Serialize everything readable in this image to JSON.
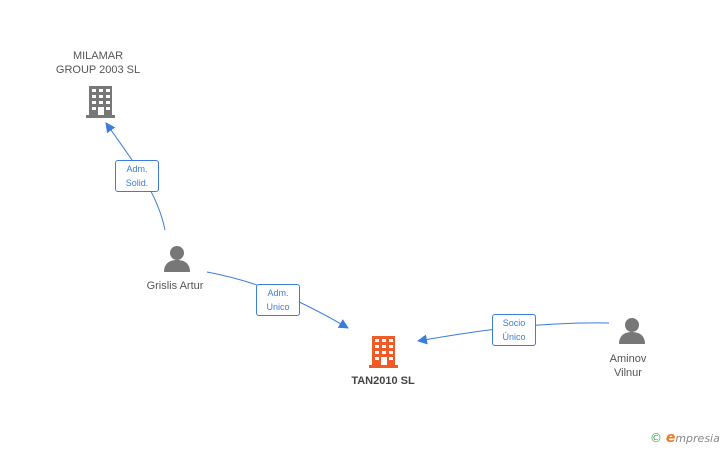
{
  "nodes": {
    "milamar": {
      "name_line1": "MILAMAR",
      "name_line2": "GROUP 2003 SL",
      "type": "company",
      "color": "#777777"
    },
    "tan2010": {
      "name": "TAN2010 SL",
      "type": "company",
      "color": "#f05a28"
    },
    "grislis": {
      "name": "Grislis Artur",
      "type": "person",
      "color": "#777777"
    },
    "aminov": {
      "name_line1": "Aminov",
      "name_line2": "Vilnur",
      "type": "person",
      "color": "#777777"
    }
  },
  "edges": {
    "grislis_milamar": {
      "line1": "Adm.",
      "line2": "Solid."
    },
    "grislis_tan2010": {
      "line1": "Adm.",
      "line2": "Unico"
    },
    "aminov_tan2010": {
      "line1": "Socio",
      "line2": "Único"
    }
  },
  "colors": {
    "edge": "#3b7dd8"
  },
  "brand": {
    "copyright": "©",
    "e": "e",
    "rest": "mpresia"
  }
}
